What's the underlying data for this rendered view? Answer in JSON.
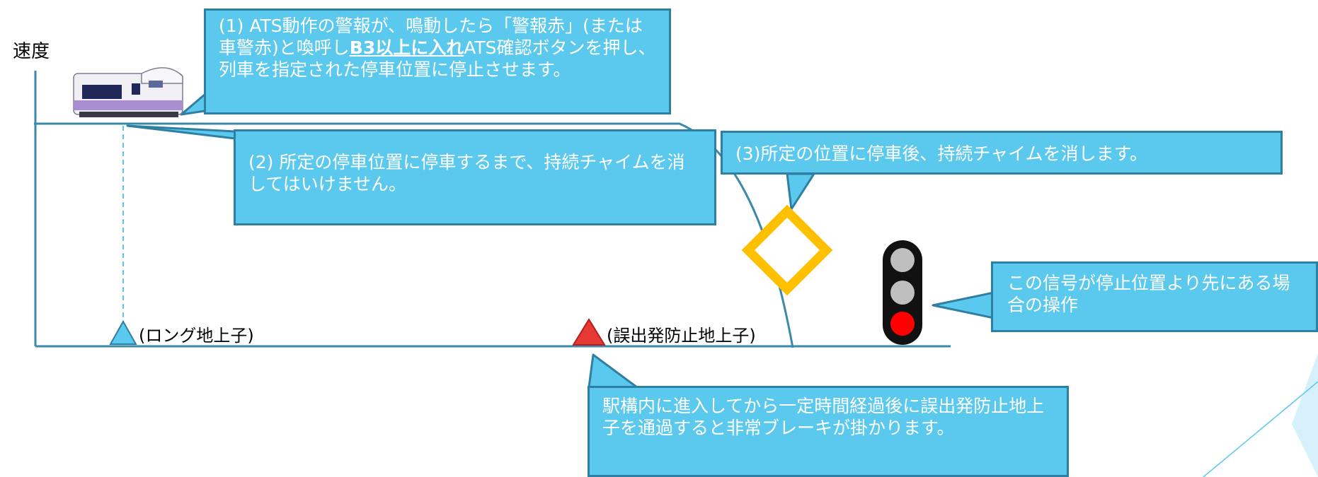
{
  "axis": {
    "ylabel": "速度"
  },
  "callouts": {
    "c1": {
      "part1": "(1) ATS動作の警報が、鳴動したら「警報赤」(または車警赤)と喚呼し",
      "emphasis": "B3以上に入れ",
      "part2": "ATS確認ボタンを押し、列車を指定された停車位置に停止させます。"
    },
    "c2": {
      "text": "(2) 所定の停車位置に停車するまで、持続チャイムを消してはいけません。"
    },
    "c3": {
      "text": "(3)所定の位置に停車後、持続チャイムを消します。"
    },
    "c4": {
      "text": "この信号が停止位置より先にある場合の操作"
    },
    "c5": {
      "text": "駅構内に進入してから一定時間経過後に誤出発防止地上子を通過すると非常ブレーキが掛かります。"
    }
  },
  "markers": {
    "long": {
      "label": "(ロング地上子)",
      "color": "#5bc8ee"
    },
    "gohatsu": {
      "label": "(誤出発防止地上子)",
      "color": "#e53935"
    }
  },
  "icons": {
    "train": "train-icon",
    "sign": "diamond-sign-icon",
    "signal": "red-signal-icon"
  },
  "colors": {
    "callout_fill": "#5bc8ee",
    "callout_border": "#2f7fa3",
    "curve": "#3a8aa8",
    "signal_red": "#ff0000",
    "sign_yellow": "#ffc000"
  }
}
